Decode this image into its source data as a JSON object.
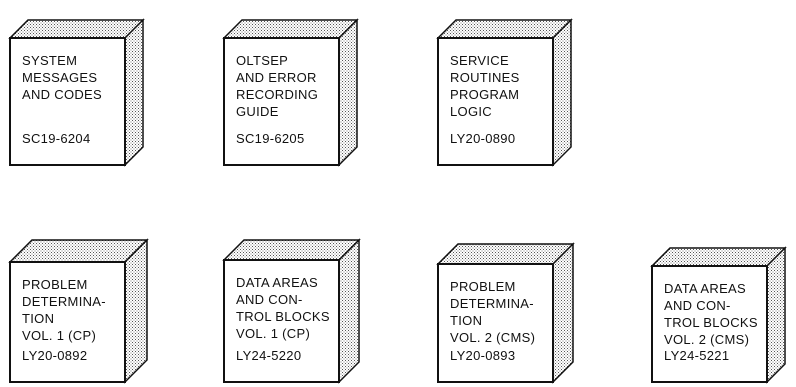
{
  "manuals": [
    {
      "title_lines": [
        "SYSTEM",
        "MESSAGES",
        "AND CODES"
      ],
      "code": "SC19-6204"
    },
    {
      "title_lines": [
        "OLTSEP",
        "AND ERROR",
        "RECORDING",
        "GUIDE"
      ],
      "code": "SC19-6205"
    },
    {
      "title_lines": [
        "SERVICE",
        "ROUTINES",
        "PROGRAM",
        "LOGIC"
      ],
      "code": "LY20-0890"
    },
    {
      "title_lines": [
        "PROBLEM",
        "DETERMINA-",
        "TION",
        "VOL. 1 (CP)"
      ],
      "code": "LY20-0892"
    },
    {
      "title_lines": [
        "DATA AREAS",
        "AND CON-",
        "TROL BLOCKS",
        "VOL. 1 (CP)"
      ],
      "code": "LY24-5220"
    },
    {
      "title_lines": [
        "PROBLEM",
        "DETERMINA-",
        "TION",
        "VOL. 2 (CMS)"
      ],
      "code": "LY20-0893"
    },
    {
      "title_lines": [
        "DATA AREAS",
        "AND CON-",
        "TROL BLOCKS",
        "VOL. 2 (CMS)"
      ],
      "code": "LY24-5221"
    }
  ]
}
